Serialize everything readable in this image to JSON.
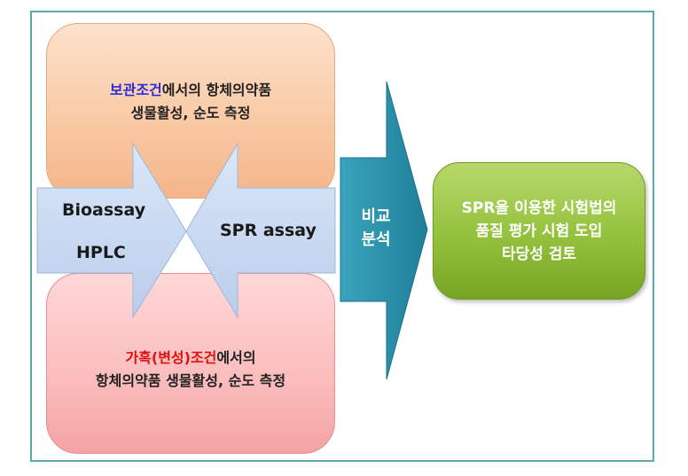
{
  "storage_box": {
    "highlight": "보관조건",
    "line1_rest": "에서의 항체의약품",
    "line2": "생물활성, 순도 측정"
  },
  "stress_box": {
    "highlight": "가혹(변성)조건",
    "line1_rest": "에서의",
    "line2": "항체의약품 생물활성, 순도 측정"
  },
  "left_arrow": {
    "line1": "Bioassay",
    "line2": "HPLC"
  },
  "right_arrow": {
    "label": "SPR assay"
  },
  "compare_arrow": {
    "line1": "비교",
    "line2": "분석"
  },
  "result_box": {
    "line1": "SPR을 이용한 시험법의",
    "line2": "품질 평가 시험 도입",
    "line3": "타당성 검토"
  },
  "colors": {
    "frame": "#5aa8ad",
    "storage_fill": "#f9c8a3",
    "stress_fill": "#fbbcbc",
    "arrow_fill": "#c9daf2",
    "compare_arrow": "#2e8fa8",
    "result_fill": "#93c13d",
    "highlight_blue": "#2b2bd6",
    "highlight_red": "#e01010"
  }
}
